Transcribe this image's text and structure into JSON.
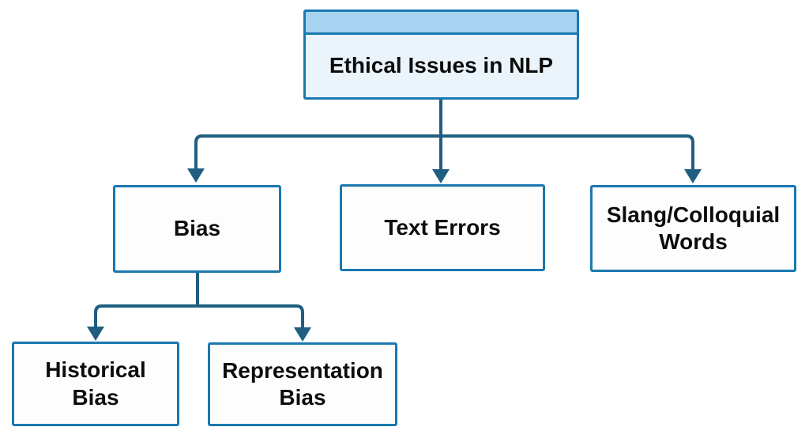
{
  "diagram": {
    "title": "Ethical Issues in NLP",
    "type": "hierarchy-flowchart",
    "colors": {
      "background": "#ffffff",
      "box_border": "#1a78b0",
      "box_fill": "#fdfdfe",
      "root_header_fill": "#a6d3f0",
      "root_body_fill": "#ebf4fb",
      "connector": "#1f5e80",
      "text": "#0d0d0d"
    },
    "nodes": {
      "root": {
        "label": "Ethical Issues in NLP"
      },
      "bias": {
        "label": "Bias"
      },
      "text_errors": {
        "label": "Text Errors"
      },
      "slang": {
        "label": "Slang/Colloquial Words"
      },
      "historical": {
        "label": "Historical Bias"
      },
      "representation": {
        "label": "Representation Bias"
      }
    },
    "edges": [
      {
        "from": "Ethical Issues in NLP",
        "to": "Bias"
      },
      {
        "from": "Ethical Issues in NLP",
        "to": "Text Errors"
      },
      {
        "from": "Ethical Issues in NLP",
        "to": "Slang/Colloquial Words"
      },
      {
        "from": "Bias",
        "to": "Historical Bias"
      },
      {
        "from": "Bias",
        "to": "Representation Bias"
      }
    ]
  }
}
